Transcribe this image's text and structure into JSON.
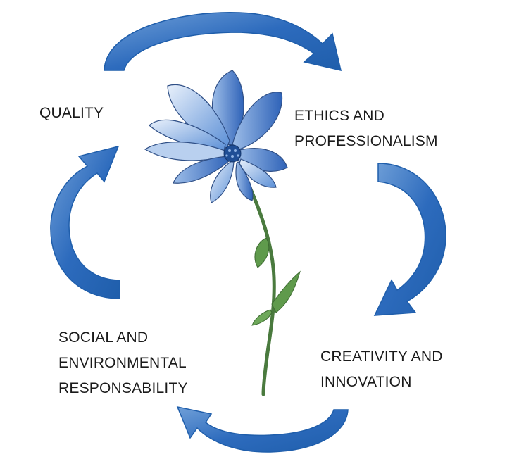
{
  "colors": {
    "arrow_dark": "#1f5eab",
    "arrow_light": "#6f9fd8",
    "petal_light": "#dbe7f7",
    "petal_blue": "#5b8fd6",
    "petal_deep": "#2f63b8",
    "stem": "#4a7a3e",
    "leaf": "#5f9a4c",
    "text": "#1a1a1a"
  },
  "icons": [
    "cycle-arrow",
    "chicory-flower"
  ],
  "values": [
    {
      "id": "quality",
      "lines": [
        "QUALITY"
      ]
    },
    {
      "id": "ethics",
      "lines": [
        "ETHICS AND",
        "PROFESSIONALISM"
      ]
    },
    {
      "id": "creativity",
      "lines": [
        "CREATIVITY AND",
        "INNOVATION"
      ]
    },
    {
      "id": "social",
      "lines": [
        "SOCIAL AND",
        "ENVIRONMENTAL",
        "RESPONSABILITY"
      ]
    }
  ]
}
